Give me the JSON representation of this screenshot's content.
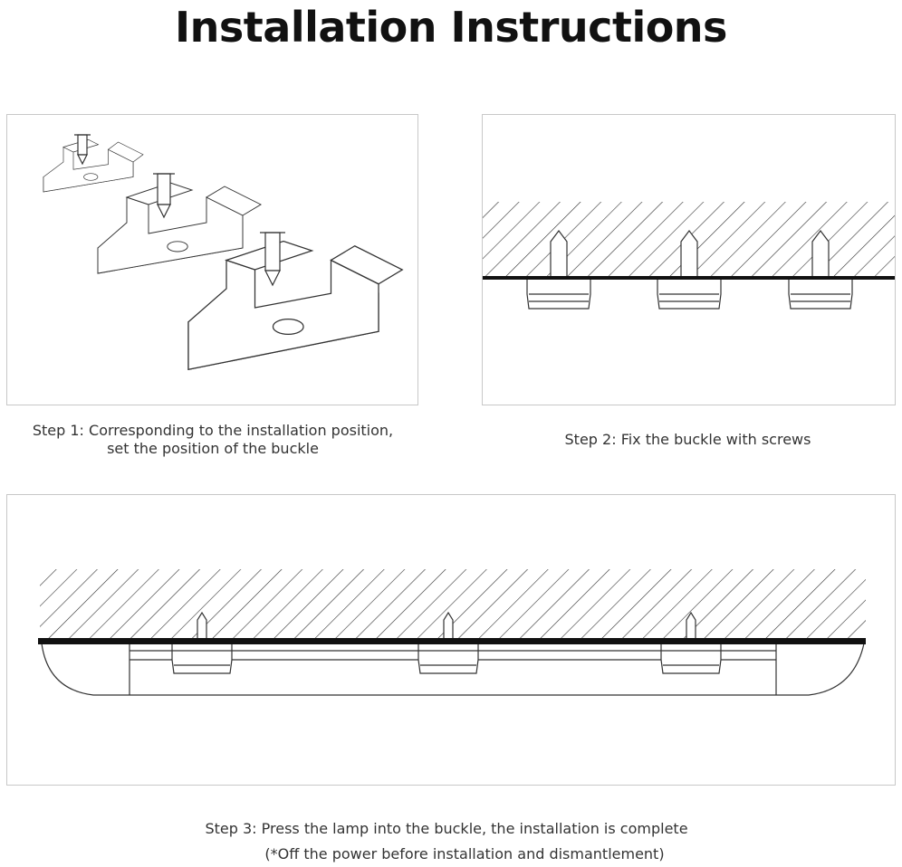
{
  "title": "Installation Instructions",
  "steps": [
    {
      "caption_line1": "Step 1: Corresponding to the installation position,",
      "caption_line2": "set the position of the buckle"
    },
    {
      "caption_line1": "Step 2: Fix the buckle with screws"
    },
    {
      "caption_line1": "Step 3: Press the lamp into the buckle, the installation is complete",
      "caption_line2": "(*Off the power before installation and dismantlement)"
    }
  ]
}
